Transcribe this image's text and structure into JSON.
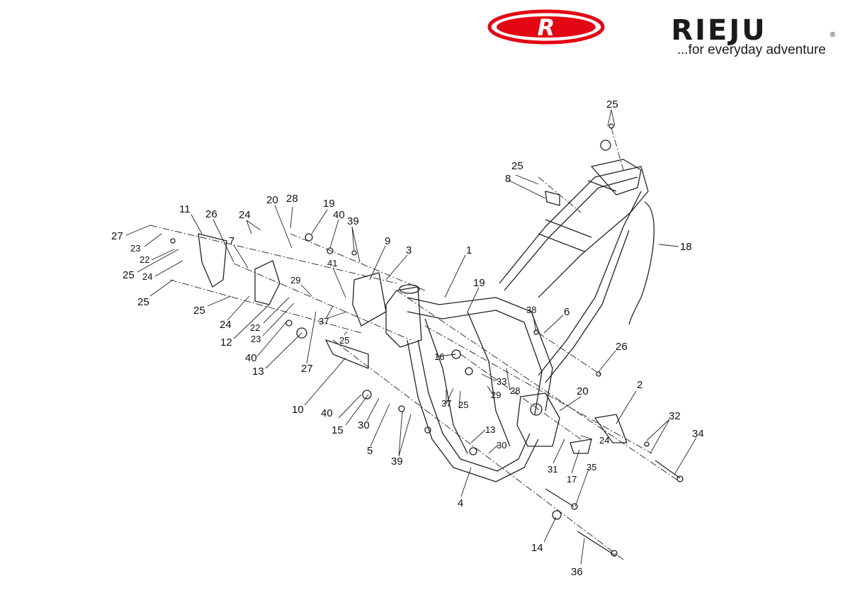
{
  "brand": {
    "logo_letter": "R",
    "name": "RIEJU",
    "registered_mark": "®",
    "tagline": "...for everyday adventure",
    "primary_color": "#e30613",
    "text_color": "#1b1b1b"
  },
  "diagram": {
    "line_color": "#222222",
    "callouts": [
      {
        "id": "c25a",
        "label": "25"
      },
      {
        "id": "c25b",
        "label": "25"
      },
      {
        "id": "c8",
        "label": "8"
      },
      {
        "id": "c18",
        "label": "18"
      },
      {
        "id": "c11",
        "label": "11"
      },
      {
        "id": "c26a",
        "label": "26"
      },
      {
        "id": "c24a",
        "label": "24"
      },
      {
        "id": "c20a",
        "label": "20"
      },
      {
        "id": "c28a",
        "label": "28"
      },
      {
        "id": "c19a",
        "label": "19"
      },
      {
        "id": "c40a",
        "label": "40"
      },
      {
        "id": "c39a",
        "label": "39"
      },
      {
        "id": "c27a",
        "label": "27"
      },
      {
        "id": "c23a",
        "label": "23"
      },
      {
        "id": "c7",
        "label": "7"
      },
      {
        "id": "c9",
        "label": "9"
      },
      {
        "id": "c3",
        "label": "3"
      },
      {
        "id": "c1",
        "label": "1"
      },
      {
        "id": "c22a",
        "label": "22"
      },
      {
        "id": "c25c",
        "label": "25"
      },
      {
        "id": "c24b",
        "label": "24"
      },
      {
        "id": "c41",
        "label": "41"
      },
      {
        "id": "c19b",
        "label": "19"
      },
      {
        "id": "c25d",
        "label": "25"
      },
      {
        "id": "c29a",
        "label": "29"
      },
      {
        "id": "c25e",
        "label": "25"
      },
      {
        "id": "c38",
        "label": "38"
      },
      {
        "id": "c6",
        "label": "6"
      },
      {
        "id": "c24c",
        "label": "24"
      },
      {
        "id": "c37a",
        "label": "37"
      },
      {
        "id": "c22b",
        "label": "22"
      },
      {
        "id": "c12",
        "label": "12"
      },
      {
        "id": "c23b",
        "label": "23"
      },
      {
        "id": "c25f",
        "label": "25"
      },
      {
        "id": "c26b",
        "label": "26"
      },
      {
        "id": "c40b",
        "label": "40"
      },
      {
        "id": "c16",
        "label": "16"
      },
      {
        "id": "c13a",
        "label": "13"
      },
      {
        "id": "c27b",
        "label": "27"
      },
      {
        "id": "c33",
        "label": "33"
      },
      {
        "id": "c2",
        "label": "2"
      },
      {
        "id": "c28b",
        "label": "28"
      },
      {
        "id": "c29b",
        "label": "29"
      },
      {
        "id": "c20b",
        "label": "20"
      },
      {
        "id": "c37b",
        "label": "37"
      },
      {
        "id": "c25g",
        "label": "25"
      },
      {
        "id": "c10",
        "label": "10"
      },
      {
        "id": "c40c",
        "label": "40"
      },
      {
        "id": "c32",
        "label": "32"
      },
      {
        "id": "c15",
        "label": "15"
      },
      {
        "id": "c30a",
        "label": "30"
      },
      {
        "id": "c34",
        "label": "34"
      },
      {
        "id": "c13b",
        "label": "13"
      },
      {
        "id": "c5",
        "label": "5"
      },
      {
        "id": "c24d",
        "label": "24"
      },
      {
        "id": "c30b",
        "label": "30"
      },
      {
        "id": "c39b",
        "label": "39"
      },
      {
        "id": "c31",
        "label": "31"
      },
      {
        "id": "c35",
        "label": "35"
      },
      {
        "id": "c17",
        "label": "17"
      },
      {
        "id": "c4",
        "label": "4"
      },
      {
        "id": "c14",
        "label": "14"
      },
      {
        "id": "c36",
        "label": "36"
      }
    ]
  }
}
